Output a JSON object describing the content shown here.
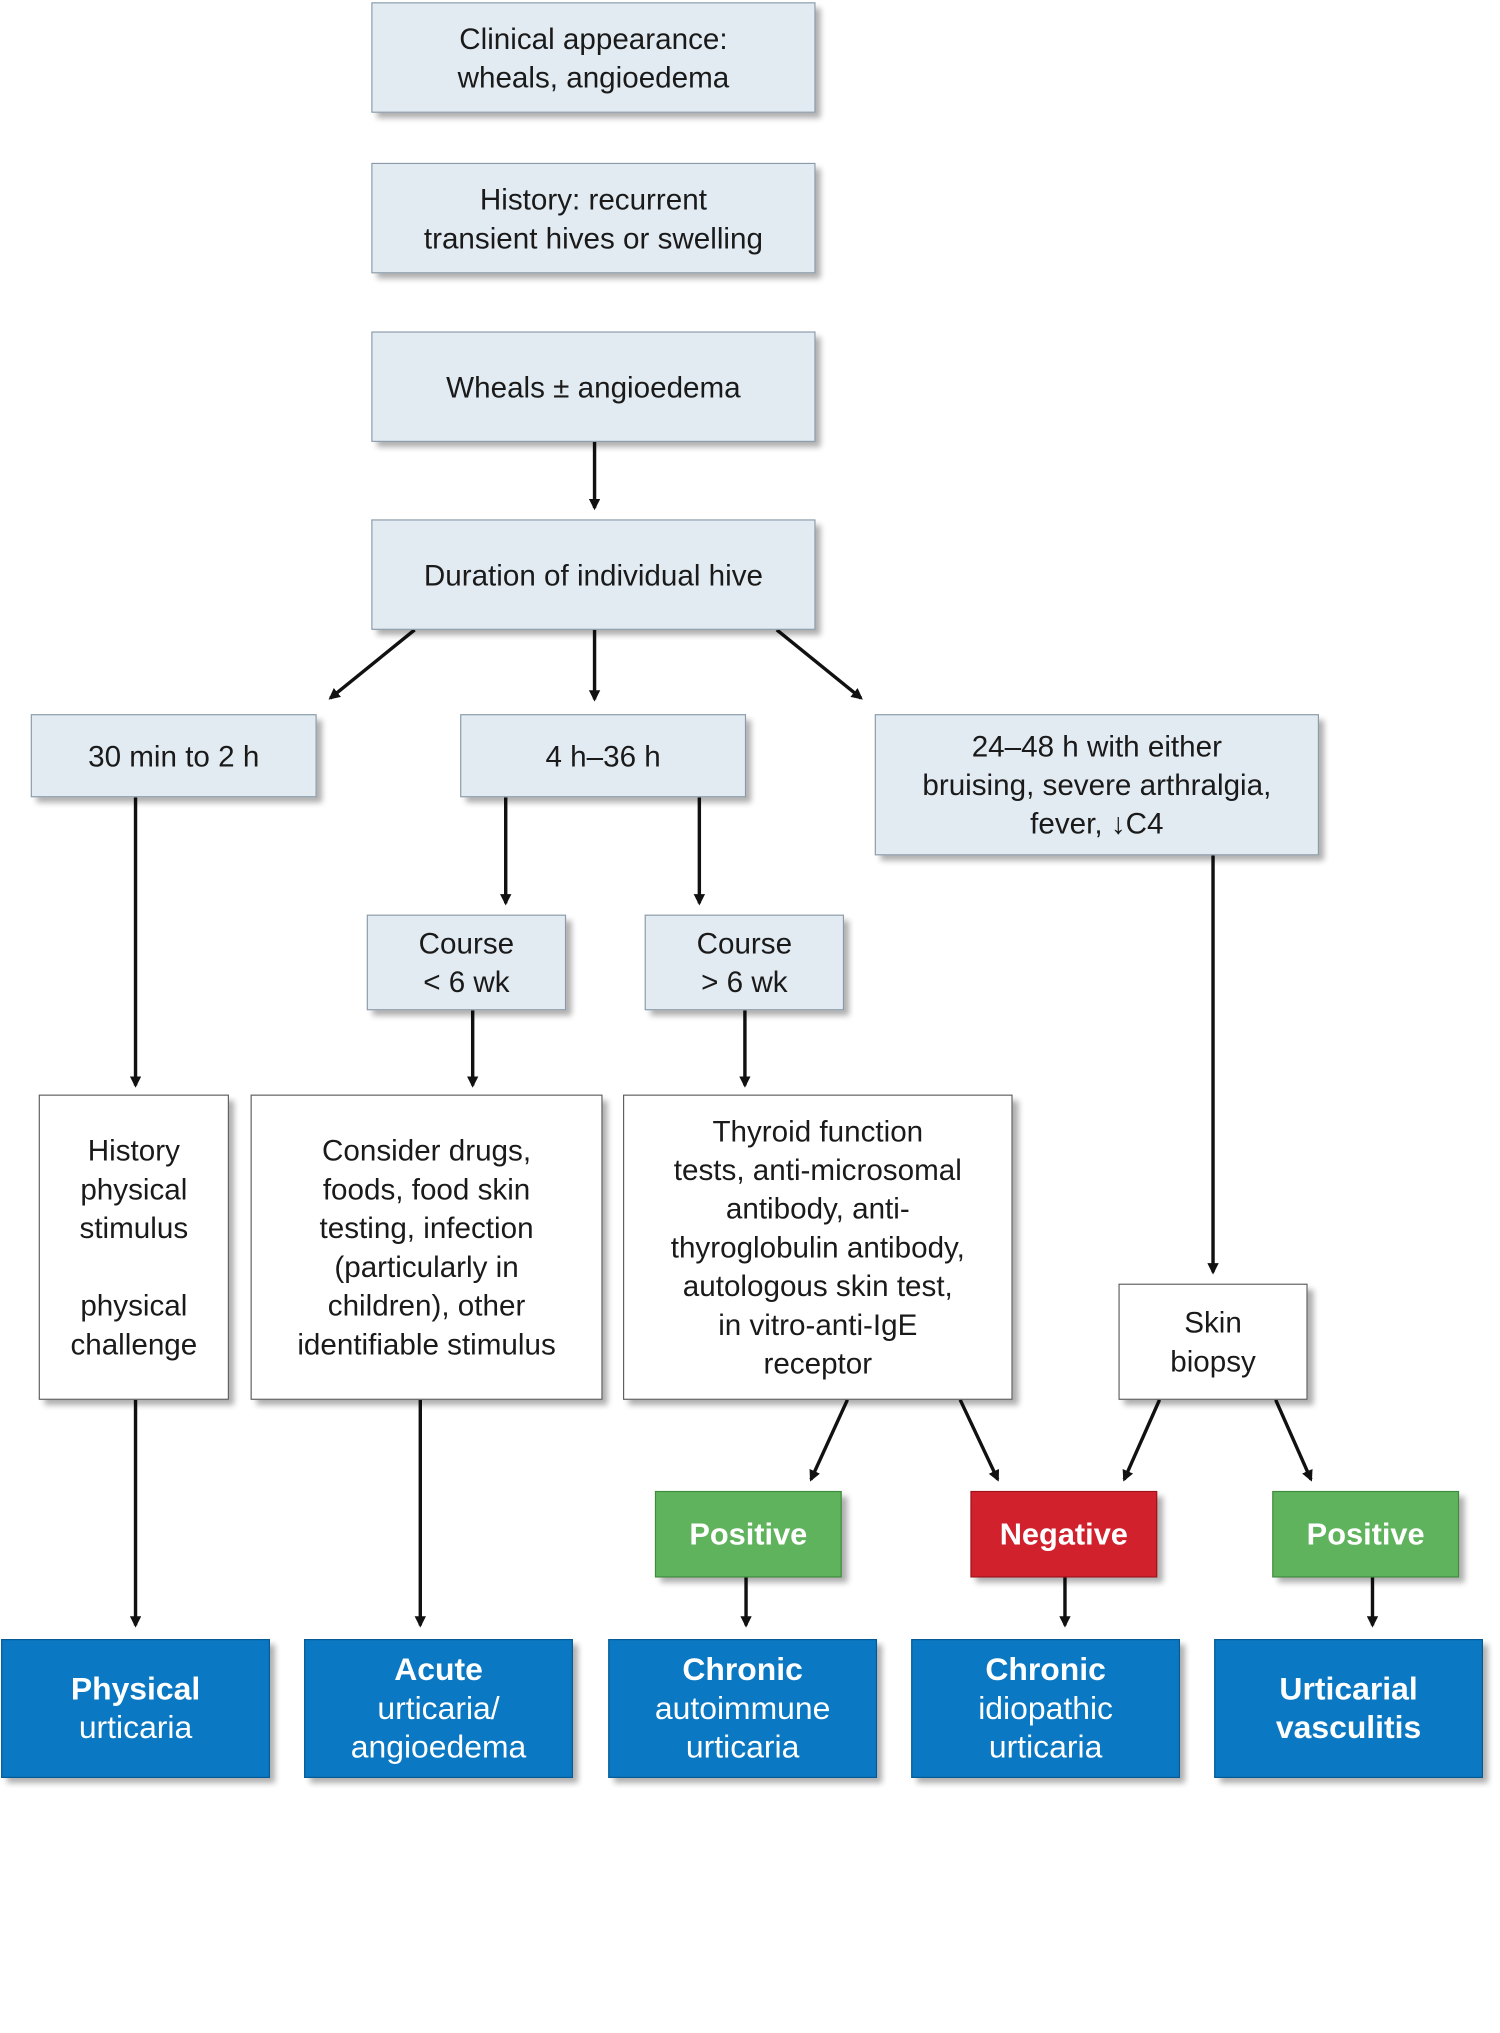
{
  "diagram": {
    "clinical_appearance": "Clinical appearance:\nwheals, angioedema",
    "history": "History: recurrent\ntransient hives or swelling",
    "wheals": "Wheals ± angioedema",
    "duration": "Duration of individual hive",
    "durations": {
      "short": "30 min to 2 h",
      "medium": "4 h–36 h",
      "long": "24–48 h with either\nbruising, severe arthralgia,\nfever, ↓C4"
    },
    "course_short": "Course\n< 6 wk",
    "course_long": "Course\n> 6 wk",
    "history_physical": "History\nphysical\nstimulus\n\nphysical\nchallenge",
    "consider_drugs": "Consider drugs,\nfoods, food skin\ntesting, infection\n(particularly in\nchildren), other\nidentifiable stimulus",
    "thyroid_tests": "Thyroid function\ntests, anti-microsomal\nantibody, anti-\nthyroglobulin antibody,\nautologous skin test,\nin vitro-anti-IgE\nreceptor",
    "skin_biopsy": "Skin\nbiopsy",
    "positive": "Positive",
    "negative": "Negative",
    "outcomes": [
      {
        "bold": "Physical",
        "rest": "urticaria"
      },
      {
        "bold": "Acute",
        "rest": "urticaria/\nangioedema"
      },
      {
        "bold": "Chronic",
        "rest": "autoimmune\nurticaria"
      },
      {
        "bold": "Chronic",
        "rest": "idiopathic\nurticaria"
      },
      {
        "bold": "Urticarial\nvasculitis",
        "rest": ""
      }
    ],
    "colors": {
      "box_fill": "#e2ebf2",
      "positive": "#5fb35c",
      "negative": "#d0212c",
      "outcome": "#0a78c2"
    }
  }
}
